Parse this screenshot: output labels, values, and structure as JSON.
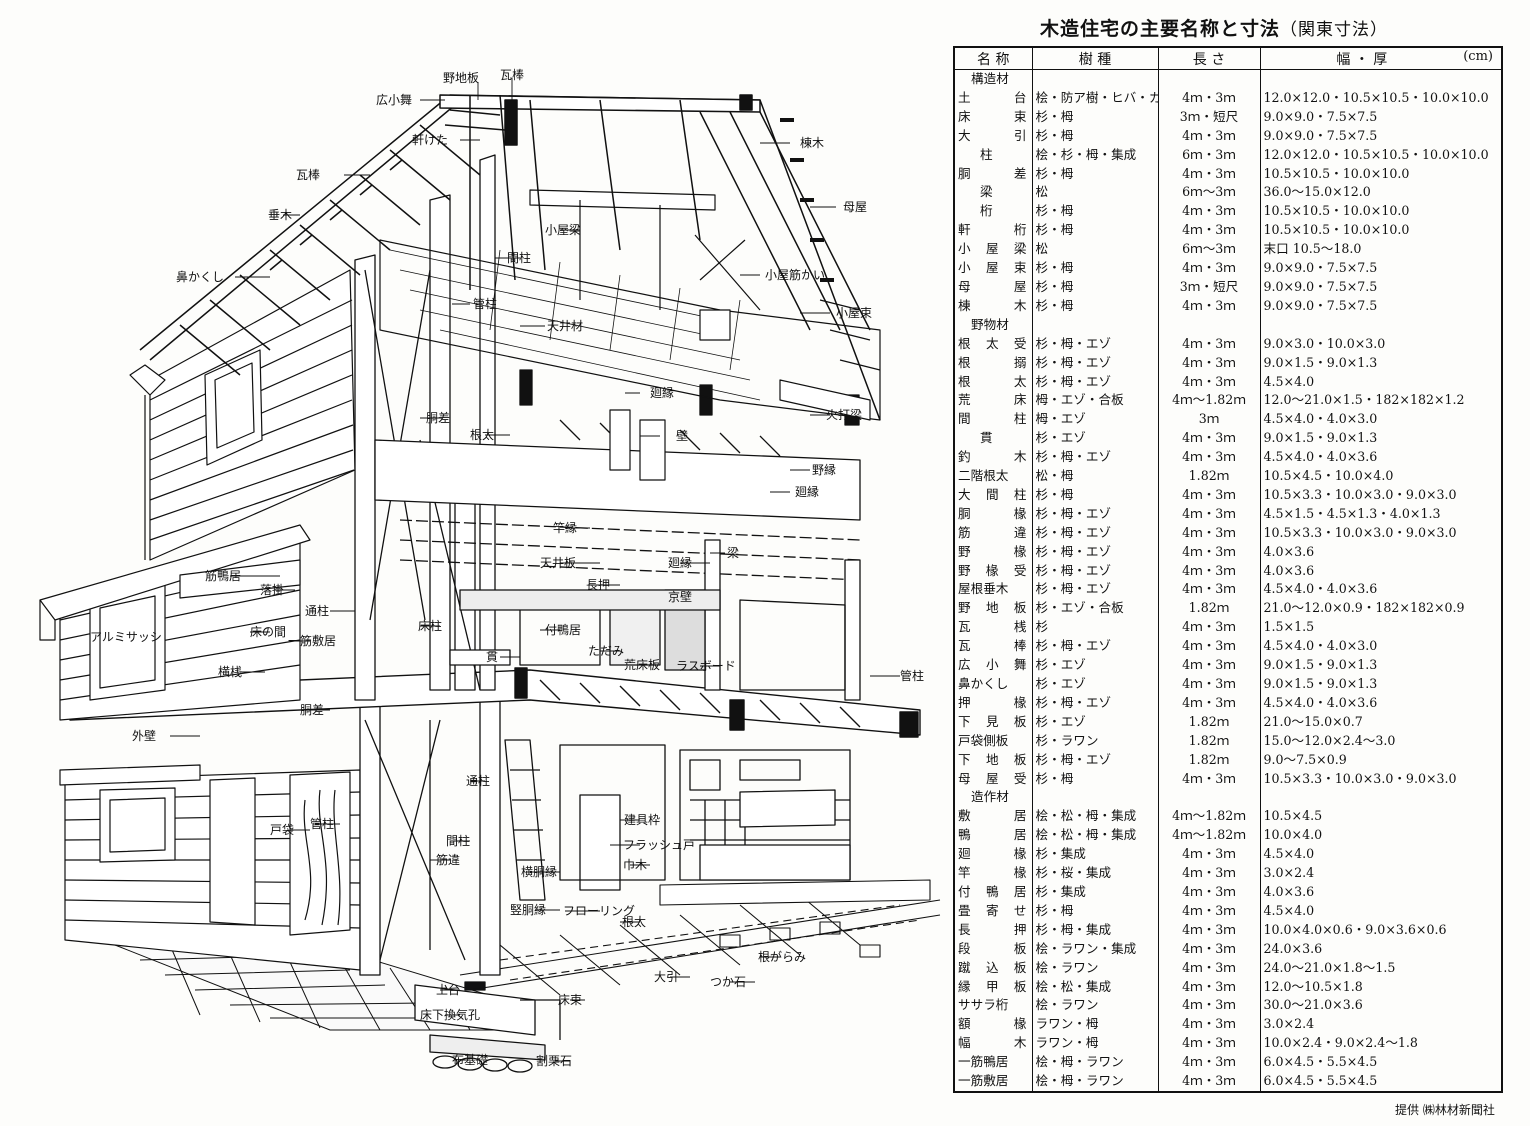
{
  "table": {
    "title": "木造住宅の主要名称と寸法",
    "title_sub": "（関東寸法）",
    "headers": [
      "名 称",
      "樹 種",
      "長 さ",
      "幅 ・ 厚"
    ],
    "unit": "(cm)",
    "sections": [
      {
        "name": "構造材",
        "rows": [
          [
            "土台",
            "桧・防ア樹・ヒバ・カラ松",
            "4ｍ・3ｍ",
            "12.0×12.0・10.5×10.5・10.0×10.0"
          ],
          [
            "床束",
            "杉・栂",
            "3ｍ・短尺",
            "9.0×9.0・7.5×7.5"
          ],
          [
            "大引",
            "杉・栂",
            "4ｍ・3ｍ",
            "9.0×9.0・7.5×7.5"
          ],
          [
            "柱",
            "桧・杉・栂・集成",
            "6ｍ・3ｍ",
            "12.0×12.0・10.5×10.5・10.0×10.0"
          ],
          [
            "胴差",
            "杉・栂",
            "4ｍ・3ｍ",
            "10.5×10.5・10.0×10.0"
          ],
          [
            "梁",
            "松",
            "6ｍ～3ｍ",
            "36.0～15.0×12.0"
          ],
          [
            "桁",
            "杉・栂",
            "4ｍ・3ｍ",
            "10.5×10.5・10.0×10.0"
          ],
          [
            "軒桁",
            "杉・栂",
            "4ｍ・3ｍ",
            "10.5×10.5・10.0×10.0"
          ],
          [
            "小屋梁",
            "松",
            "6ｍ～3ｍ",
            "末口 10.5～18.0"
          ],
          [
            "小屋束",
            "杉・栂",
            "4ｍ・3ｍ",
            "9.0×9.0・7.5×7.5"
          ],
          [
            "母屋",
            "杉・栂",
            "3ｍ・短尺",
            "9.0×9.0・7.5×7.5"
          ],
          [
            "棟木",
            "杉・栂",
            "4ｍ・3ｍ",
            "9.0×9.0・7.5×7.5"
          ]
        ]
      },
      {
        "name": "野物材",
        "rows": [
          [
            "根太受",
            "杉・栂・エゾ",
            "4ｍ・3ｍ",
            "9.0×3.0・10.0×3.0"
          ],
          [
            "根搦",
            "杉・栂・エゾ",
            "4ｍ・3ｍ",
            "9.0×1.5・9.0×1.3"
          ],
          [
            "根太",
            "杉・栂・エゾ",
            "4ｍ・3ｍ",
            "4.5×4.0"
          ],
          [
            "荒床",
            "栂・エゾ・合板",
            "4ｍ～1.82ｍ",
            "12.0～21.0×1.5・182×182×1.2"
          ],
          [
            "間柱",
            "栂・エゾ",
            "3ｍ",
            "4.5×4.0・4.0×3.0"
          ],
          [
            "貫",
            "杉・エゾ",
            "4ｍ・3ｍ",
            "9.0×1.5・9.0×1.3"
          ],
          [
            "釣木",
            "杉・栂・エゾ",
            "4ｍ・3ｍ",
            "4.5×4.0・4.0×3.6"
          ],
          [
            "二階根太",
            "松・栂",
            "1.82ｍ",
            "10.5×4.5・10.0×4.0"
          ],
          [
            "大間柱",
            "杉・栂",
            "4ｍ・3ｍ",
            "10.5×3.3・10.0×3.0・9.0×3.0"
          ],
          [
            "胴椽",
            "杉・栂・エゾ",
            "4ｍ・3ｍ",
            "4.5×1.5・4.5×1.3・4.0×1.3"
          ],
          [
            "筋違",
            "杉・栂・エゾ",
            "4ｍ・3ｍ",
            "10.5×3.3・10.0×3.0・9.0×3.0"
          ],
          [
            "野椽",
            "杉・栂・エゾ",
            "4ｍ・3ｍ",
            "4.0×3.6"
          ],
          [
            "野椽受",
            "杉・栂・エゾ",
            "4ｍ・3ｍ",
            "4.0×3.6"
          ],
          [
            "屋根垂木",
            "杉・栂・エゾ",
            "4ｍ・3ｍ",
            "4.5×4.0・4.0×3.6"
          ],
          [
            "野地板",
            "杉・エゾ・合板",
            "1.82ｍ",
            "21.0～12.0×0.9・182×182×0.9"
          ],
          [
            "瓦桟",
            "杉",
            "4ｍ・3ｍ",
            "1.5×1.5"
          ],
          [
            "瓦棒",
            "杉・栂・エゾ",
            "4ｍ・3ｍ",
            "4.5×4.0・4.0×3.0"
          ],
          [
            "広小舞",
            "杉・エゾ",
            "4ｍ・3ｍ",
            "9.0×1.5・9.0×1.3"
          ],
          [
            "鼻かくし",
            "杉・エゾ",
            "4ｍ・3ｍ",
            "9.0×1.5・9.0×1.3"
          ],
          [
            "押椽",
            "杉・栂・エゾ",
            "4ｍ・3ｍ",
            "4.5×4.0・4.0×3.6"
          ],
          [
            "下見板",
            "杉・エゾ",
            "1.82ｍ",
            "21.0～15.0×0.7"
          ],
          [
            "戸袋側板",
            "杉・ラワン",
            "1.82ｍ",
            "15.0～12.0×2.4～3.0"
          ],
          [
            "下地板",
            "杉・栂・エゾ",
            "1.82ｍ",
            "9.0～7.5×0.9"
          ],
          [
            "母屋受",
            "杉・栂",
            "4ｍ・3ｍ",
            "10.5×3.3・10.0×3.0・9.0×3.0"
          ]
        ]
      },
      {
        "name": "造作材",
        "rows": [
          [
            "敷居",
            "桧・松・栂・集成",
            "4ｍ～1.82ｍ",
            "10.5×4.5"
          ],
          [
            "鴨居",
            "桧・松・栂・集成",
            "4ｍ～1.82ｍ",
            "10.0×4.0"
          ],
          [
            "廻椽",
            "杉・集成",
            "4ｍ・3ｍ",
            "4.5×4.0"
          ],
          [
            "竿椽",
            "杉・桜・集成",
            "4ｍ・3ｍ",
            "3.0×2.4"
          ],
          [
            "付鴨居",
            "杉・集成",
            "4ｍ・3ｍ",
            "4.0×3.6"
          ],
          [
            "畳寄せ",
            "杉・栂",
            "4ｍ・3ｍ",
            "4.5×4.0"
          ],
          [
            "長押",
            "杉・栂・集成",
            "4ｍ・3ｍ",
            "10.0×4.0×0.6・9.0×3.6×0.6"
          ],
          [
            "段板",
            "桧・ラワン・集成",
            "4ｍ・3ｍ",
            "24.0×3.6"
          ],
          [
            "蹴込板",
            "桧・ラワン",
            "4ｍ・3ｍ",
            "24.0～21.0×1.8～1.5"
          ],
          [
            "縁甲板",
            "桧・松・集成",
            "4ｍ・3ｍ",
            "12.0～10.5×1.8"
          ],
          [
            "ササラ桁",
            "桧・ラワン",
            "4ｍ・3ｍ",
            "30.0～21.0×3.6"
          ],
          [
            "額椽",
            "ラワン・栂",
            "4ｍ・3ｍ",
            "3.0×2.4"
          ],
          [
            "幅木",
            "ラワン・栂",
            "4ｍ・3ｍ",
            "10.0×2.4・9.0×2.4～1.8"
          ],
          [
            "一筋鴨居",
            "桧・栂・ラワン",
            "4ｍ・3ｍ",
            "6.0×4.5・5.5×4.5"
          ],
          [
            "一筋敷居",
            "桧・栂・ラワン",
            "4ｍ・3ｍ",
            "6.0×4.5・5.5×4.5"
          ]
        ]
      }
    ]
  },
  "credit": "提供 ㈱林材新聞社",
  "diagram": {
    "labels": [
      "野地板",
      "瓦棒",
      "広小舞",
      "軒けた",
      "棟木",
      "瓦棒",
      "垂木",
      "母屋",
      "小屋梁",
      "間柱",
      "小屋筋かい",
      "鼻かくし",
      "管柱",
      "天井材",
      "小屋束",
      "廻縁",
      "火打梁",
      "胴差",
      "根太",
      "壁",
      "野縁",
      "廻縁",
      "竿縁",
      "梁",
      "天井板",
      "廻縁",
      "筋鴨居",
      "落掛",
      "長押",
      "京壁",
      "通柱",
      "付鴨居",
      "アルミサッシ",
      "床の間",
      "一筋敷居",
      "床柱",
      "貫",
      "ただみ",
      "荒床板",
      "ラスボード",
      "横桟",
      "管柱",
      "胴差",
      "外壁",
      "通柱",
      "戸袋",
      "管柱",
      "建具枠",
      "間柱",
      "フラッシュ戸",
      "筋違",
      "巾木",
      "横胴縁",
      "竪胴縁",
      "フローリング",
      "根太",
      "根がらみ",
      "大引",
      "つか石",
      "土台",
      "床束",
      "床下換気孔",
      "布基礎",
      "割栗石"
    ]
  }
}
